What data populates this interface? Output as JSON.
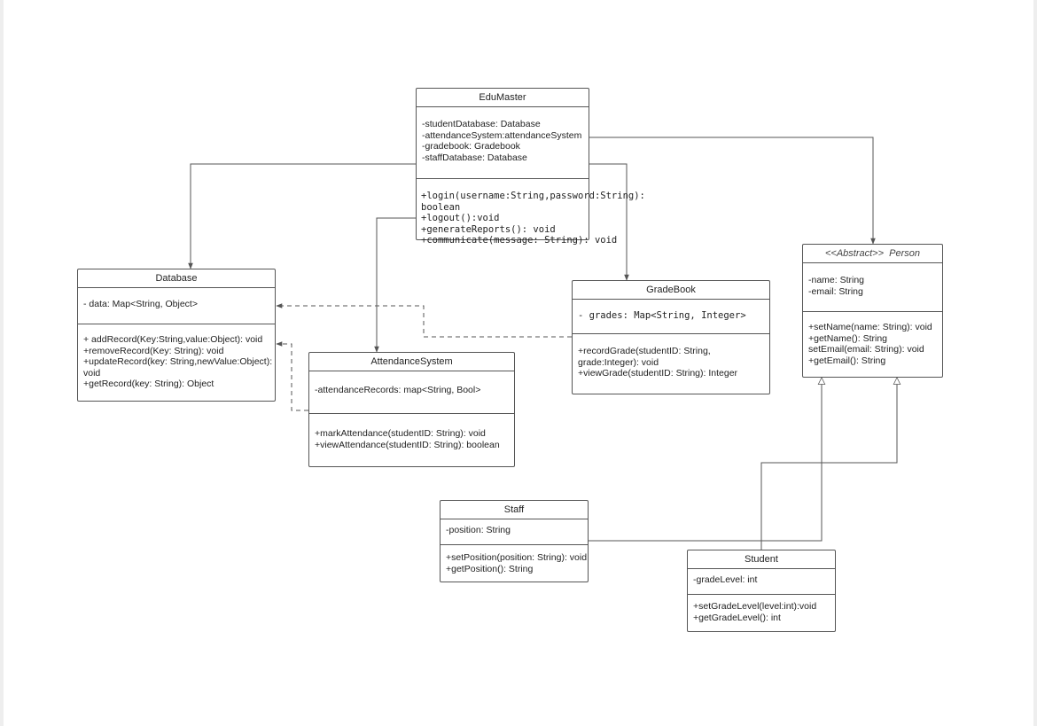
{
  "diagram": {
    "classes": {
      "edumaster": {
        "name": "EduMaster",
        "attributes": [
          "-studentDatabase: Database",
          "-attendanceSystem:attendanceSystem",
          "-gradebook: Gradebook",
          "-staffDatabase: Database"
        ],
        "methods": [
          "+login(username:String,password:String):",
          "boolean",
          "+logout():void",
          "+generateReports(): void",
          "+communicate(message: String): void"
        ]
      },
      "database": {
        "name": "Database",
        "attributes": [
          "- data: Map<String, Object>"
        ],
        "methods": [
          "+ addRecord(Key:String,value:Object): void",
          "+removeRecord(Key: String): void",
          "+updateRecord(key: String,newValue:Object):",
          "void",
          "+getRecord(key: String): Object"
        ]
      },
      "attendance": {
        "name": "AttendanceSystem",
        "attributes": [
          "-attendanceRecords: map<String, Bool>"
        ],
        "methods": [
          "+markAttendance(studentID: String): void",
          "+viewAttendance(studentID: String): boolean"
        ]
      },
      "gradebook": {
        "name": "GradeBook",
        "attributes": [
          "- grades: Map<String, Integer>"
        ],
        "methods": [
          "+recordGrade(studentID: String,",
          "grade:Integer): void",
          "+viewGrade(studentID: String): Integer"
        ]
      },
      "person": {
        "stereotype": "<<Abstract>>",
        "name": "Person",
        "attributes": [
          "-name: String",
          "-email: String"
        ],
        "methods": [
          "+setName(name: String): void",
          "+getName(): String",
          "setEmail(email: String): void",
          "+getEmail(): String"
        ]
      },
      "staff": {
        "name": "Staff",
        "attributes": [
          "-position: String"
        ],
        "methods": [
          "+setPosition(position: String): void",
          "+getPosition(): String"
        ]
      },
      "student": {
        "name": "Student",
        "attributes": [
          "-gradeLevel: int"
        ],
        "methods": [
          "+setGradeLevel(level:int):void",
          "+getGradeLevel(): int"
        ]
      }
    },
    "relationships": [
      {
        "from": "EduMaster",
        "to": "Database",
        "type": "association"
      },
      {
        "from": "EduMaster",
        "to": "AttendanceSystem",
        "type": "association"
      },
      {
        "from": "EduMaster",
        "to": "GradeBook",
        "type": "association"
      },
      {
        "from": "EduMaster",
        "to": "Person",
        "type": "association"
      },
      {
        "from": "GradeBook",
        "to": "Database",
        "type": "dependency"
      },
      {
        "from": "AttendanceSystem",
        "to": "Database",
        "type": "dependency"
      },
      {
        "from": "Staff",
        "to": "Person",
        "type": "generalization"
      },
      {
        "from": "Student",
        "to": "Person",
        "type": "generalization"
      }
    ],
    "colors": {
      "line": "#555555",
      "box_border": "#555555",
      "text": "#222222",
      "background": "#ffffff"
    }
  }
}
